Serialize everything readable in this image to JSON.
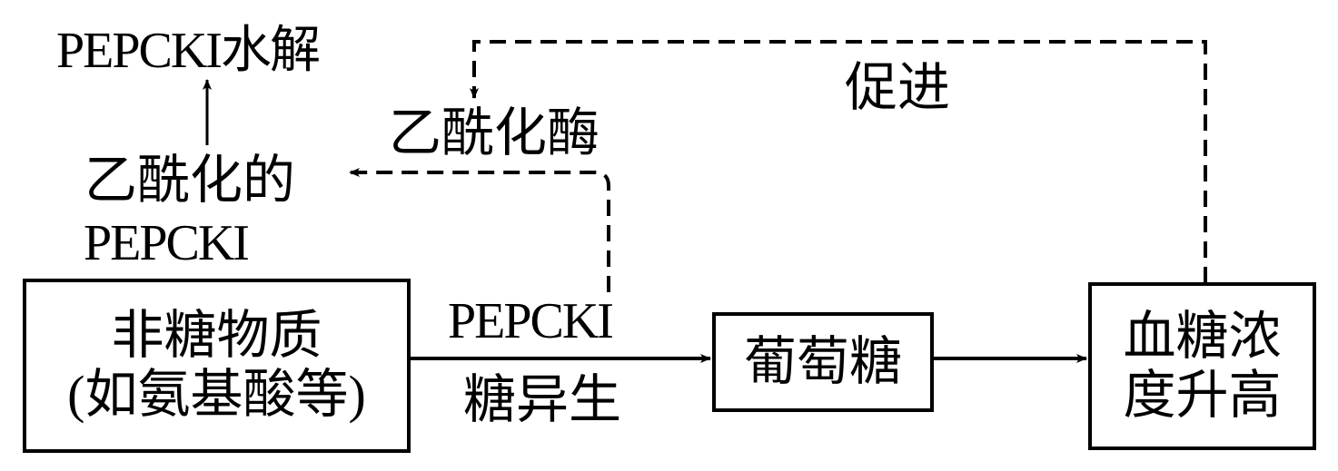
{
  "nodes": {
    "hydrolysis": "PEPCKI水解",
    "acetylated_line1": "乙酰化的",
    "acetylated_line2": "PEPCKI",
    "acetylase": "乙酰化酶",
    "promote": "促进",
    "non_sugar_line1": "非糖物质",
    "non_sugar_line2": "(如氨基酸等)",
    "enzyme_label": "PEPCKI",
    "process_label": "糖异生",
    "glucose": "葡萄糖",
    "blood_sugar_line1": "血糖浓",
    "blood_sugar_line2": "度升高"
  },
  "colors": {
    "line": "#000000",
    "background": "#ffffff"
  }
}
